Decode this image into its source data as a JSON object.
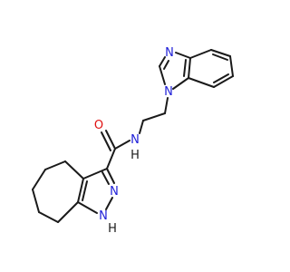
{
  "colors": {
    "bond": "#1a1a1a",
    "nitrogen": "#2020d8",
    "oxygen": "#e01010",
    "carbon": "#1a1a1a"
  },
  "atoms": {
    "o_carbonyl": "O",
    "n_amide": "N",
    "h_amide": "H",
    "n_benzimidazole_1": "N",
    "n_benzimidazole_3": "N",
    "n_pyrazole_2": "N",
    "n_pyrazole_1": "N",
    "h_pyrazole": "H"
  }
}
